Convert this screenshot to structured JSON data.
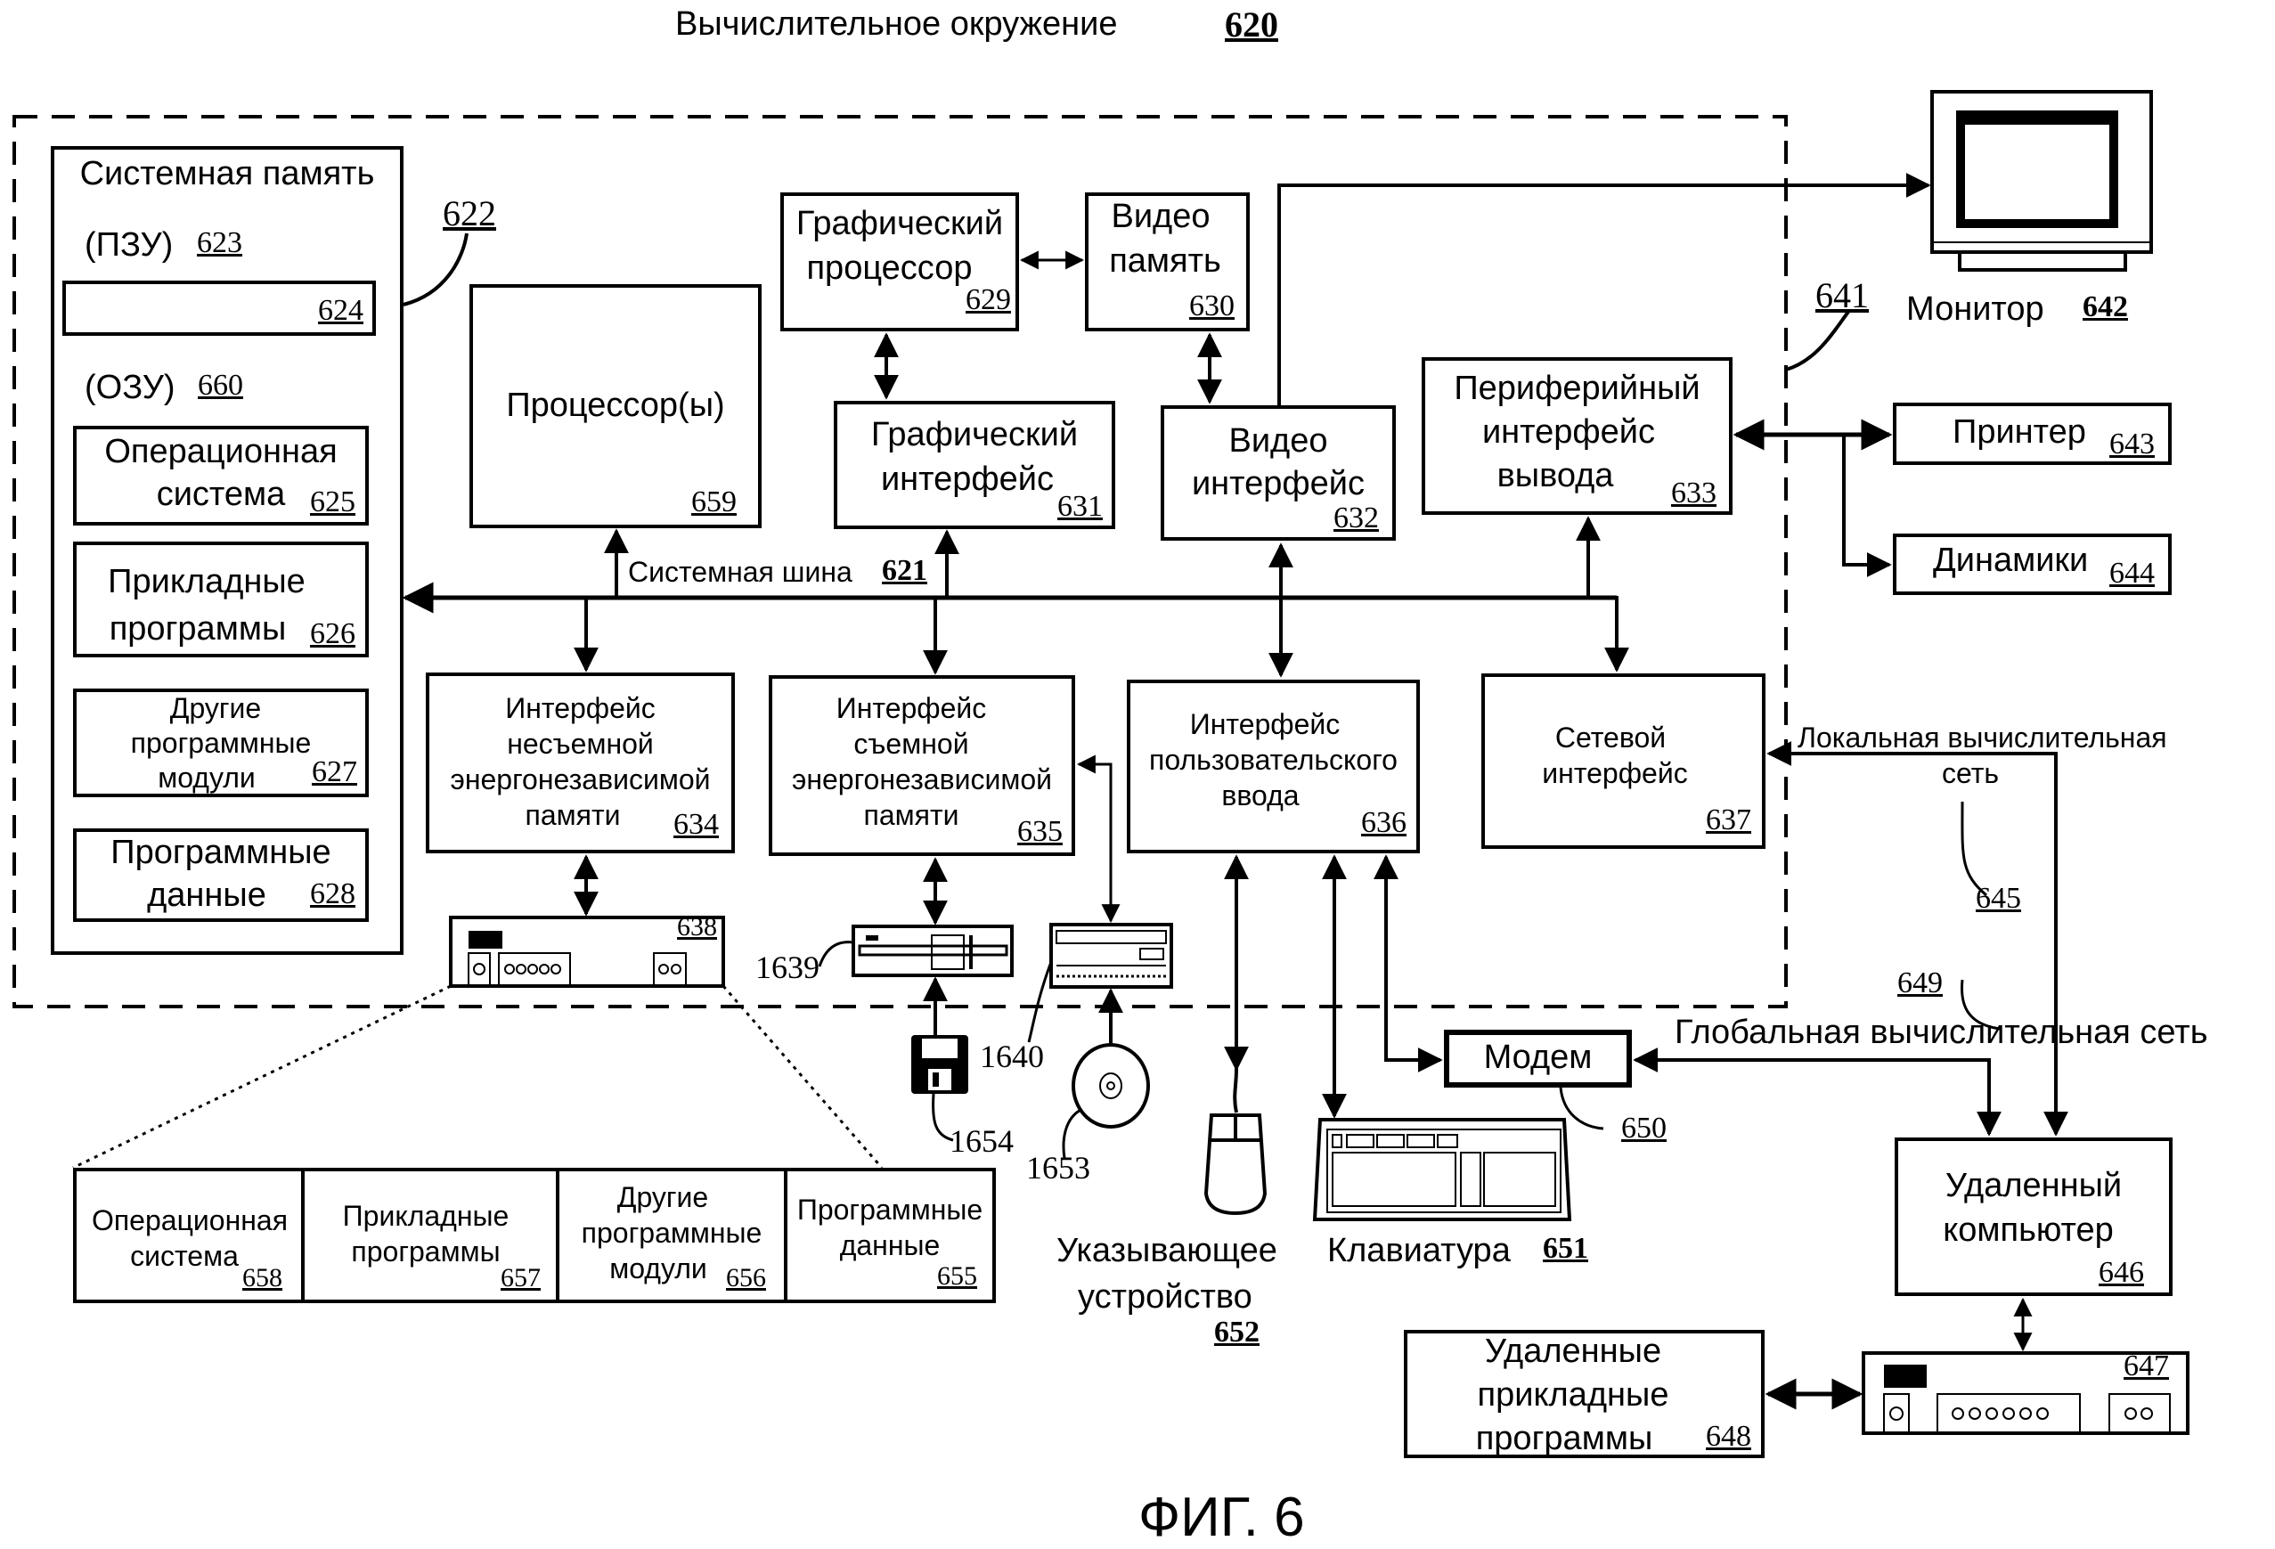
{
  "title": {
    "text": "Вычислительное окружение",
    "ref": "620"
  },
  "figure_caption": "ФИГ. 6",
  "system_memory": {
    "title": "Системная память",
    "ref": "622",
    "rom": {
      "label": "(ПЗУ)",
      "ref": "623",
      "bios_ref": "624"
    },
    "ram": {
      "label": "(ОЗУ)",
      "ref": "660"
    },
    "items": [
      {
        "line1": "Операционная",
        "line2": "система",
        "ref": "625"
      },
      {
        "line1": "Прикладные",
        "line2": "программы",
        "ref": "626"
      },
      {
        "line1": "Другие",
        "line2": "программные",
        "line3": "модули",
        "ref": "627"
      },
      {
        "line1": "Программные",
        "line2": "данные",
        "ref": "628"
      }
    ]
  },
  "processor": {
    "label": "Процессор(ы)",
    "ref": "659"
  },
  "gpu": {
    "line1": "Графический",
    "line2": "процессор",
    "ref": "629"
  },
  "video_memory": {
    "line1": "Видео",
    "line2": "память",
    "ref": "630"
  },
  "graphics_interface": {
    "line1": "Графический",
    "line2": "интерфейс",
    "ref": "631"
  },
  "video_interface": {
    "line1": "Видео",
    "line2": "интерфейс",
    "ref": "632"
  },
  "peripheral_interface": {
    "line1": "Периферийный",
    "line2": "интерфейс",
    "line3": "вывода",
    "ref": "633"
  },
  "system_bus": {
    "label": "Системная шина",
    "ref": "621"
  },
  "nonremovable_iface": {
    "line1": "Интерфейс",
    "line2": "несъемной",
    "line3": "энергонезависимой",
    "line4": "памяти",
    "ref": "634"
  },
  "removable_iface": {
    "line1": "Интерфейс",
    "line2": "съемной",
    "line3": "энергонезависимой",
    "line4": "памяти",
    "ref": "635"
  },
  "user_input_iface": {
    "line1": "Интерфейс",
    "line2": "пользовательского",
    "line3": "ввода",
    "ref": "636"
  },
  "network_iface": {
    "line1": "Сетевой",
    "line2": "интерфейс",
    "ref": "637"
  },
  "monitor": {
    "label": "Монитор",
    "ref": "642"
  },
  "output_bus_ref": "641",
  "printer": {
    "label": "Принтер",
    "ref": "643"
  },
  "speakers": {
    "label": "Динамики",
    "ref": "644"
  },
  "lan": {
    "line1": "Локальная вычислительная",
    "line2": "сеть",
    "ref": "645"
  },
  "wan": {
    "label": "Глобальная вычислительная сеть",
    "ref": "649"
  },
  "modem": {
    "label": "Модем",
    "ref": "650"
  },
  "remote_computer": {
    "line1": "Удаленный",
    "line2": "компьютер",
    "ref": "646"
  },
  "remote_apps": {
    "line1": "Удаленные",
    "line2": "прикладные",
    "line3": "программы",
    "ref": "648"
  },
  "remote_disk_ref": "647",
  "hard_disk_ref": "638",
  "floppy_drive_ref": "1639",
  "cd_drive_ref": "1640",
  "floppy_disk_ref": "1654",
  "cd_disk_ref": "1653",
  "keyboard": {
    "label": "Клавиатура",
    "ref": "651"
  },
  "pointing_device": {
    "line1": "Указывающее",
    "line2": "устройство",
    "ref": "652"
  },
  "disk_contents": [
    {
      "line1": "Операционная",
      "line2": "система",
      "ref": "658"
    },
    {
      "line1": "Прикладные",
      "line2": "программы",
      "ref": "657"
    },
    {
      "line1": "Другие",
      "line2": "программные",
      "line3": "модули",
      "ref": "656"
    },
    {
      "line1": "Программные",
      "line2": "данные",
      "ref": "655"
    }
  ]
}
